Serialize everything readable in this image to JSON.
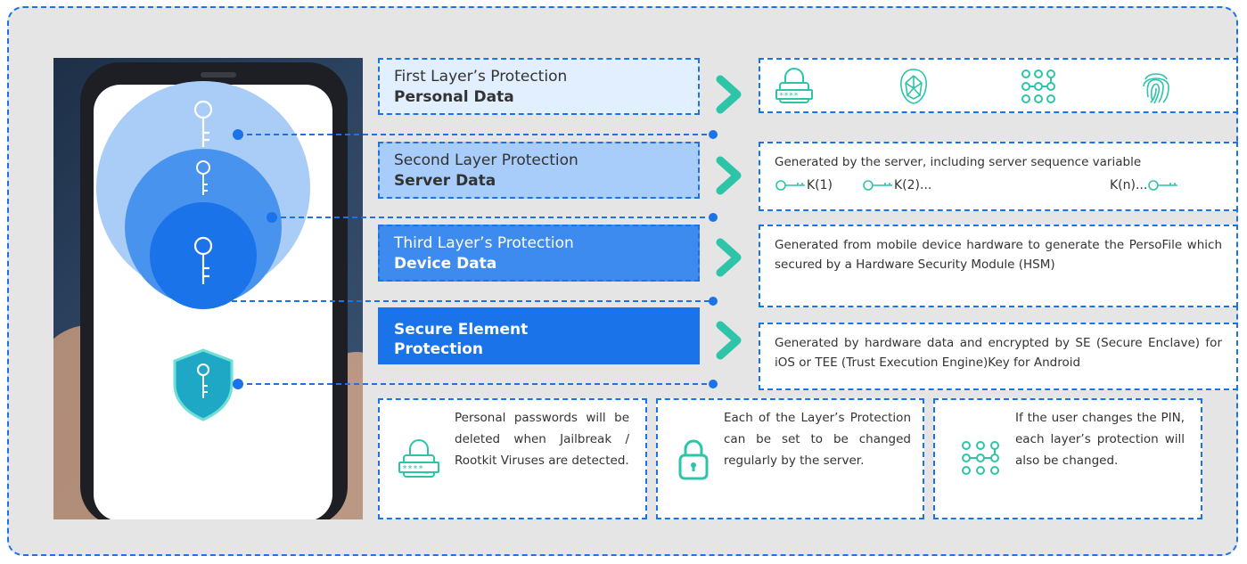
{
  "layers": [
    {
      "title": "First Layer’s Protection",
      "subtitle": "Personal Data"
    },
    {
      "title": "Second Layer Protection",
      "subtitle": "Server Data"
    },
    {
      "title": "Third Layer’s Protection",
      "subtitle": "Device Data"
    },
    {
      "title": "",
      "subtitle": "Secure Element Protection"
    }
  ],
  "details": {
    "server_intro": "Generated by the server, including server sequence variable",
    "keys": [
      "K(1)",
      "K(2)...",
      "K(n)..."
    ],
    "device": "Generated from mobile device hardware to generate the PersoFile which secured by a Hardware Security Module (HSM)",
    "secure_element": "Generated by hardware data and encrypted by SE (Secure Enclave) for iOS or TEE (Trust Execution Engine)Key for Android"
  },
  "notes": [
    "Personal passwords will be deleted when Jailbreak / Rootkit Viruses are detected.",
    "Each of the Layer’s Protection can be set to be changed regularly by the server.",
    "If the user changes the PIN, each layer’s protection will also be changed."
  ],
  "icons": [
    "password-lock-icon",
    "face-recognition-icon",
    "pattern-icon",
    "fingerprint-icon",
    "key-icon",
    "shield-key-icon",
    "padlock-icon",
    "chevron-right-icon"
  ],
  "colors": {
    "frame": "#1a73e8",
    "accent": "#2ec4a8",
    "layer1": "#e2efff",
    "layer2": "#a8cdfa",
    "layer3": "#3d8bee",
    "layer4": "#1a73e8",
    "background": "#e5e5e5"
  }
}
